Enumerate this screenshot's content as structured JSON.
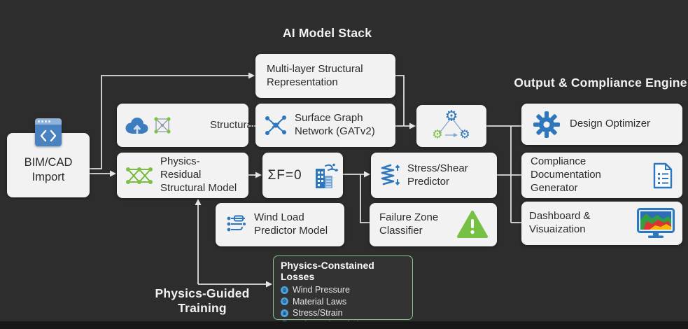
{
  "titles": {
    "ai_stack": "AI Model Stack",
    "output_engine": "Output & Compliance Engine",
    "physics_guided": "Physics-Guided Training"
  },
  "nodes": {
    "bim": {
      "label": "BIM/CAD Import",
      "icon": "window-code-icon"
    },
    "structural": {
      "label": "Structural",
      "icons": [
        "cloud-upload-icon",
        "graph-network-icon",
        "matrix-icon"
      ]
    },
    "physics_residual": {
      "label": "Physics-Residual Structural Model",
      "icon": "green-lattice-icon"
    },
    "multi_layer": {
      "label": "Multi-layer Structural Representation"
    },
    "surface_graph": {
      "label": "Surface Graph Network (GATv2)",
      "icon": "blue-graph-node-icon"
    },
    "gear_pipeline": {
      "icon": "gear-triangle-icon"
    },
    "equilibrium": {
      "label": "ΣF=0",
      "icon": "building-wind-icon"
    },
    "stress_shear": {
      "label": "Stress/Shear Predictor",
      "icon": "spring-arrows-icon"
    },
    "wind_load": {
      "label": "Wind Load Predictor Model",
      "icon": "circuit-lines-icon"
    },
    "failure_zone": {
      "label": "Failure Zone Classifier",
      "icon": "warning-triangle-icon"
    },
    "design_optimizer": {
      "label": "Design Optimizer",
      "icon": "gear-icon"
    },
    "compliance_doc": {
      "label": "Compliance Documentation Generator",
      "icon": "document-checklist-icon"
    },
    "dashboard": {
      "label": "Dashboard & Visuaization",
      "icon": "monitor-chart-icon"
    }
  },
  "losses_panel": {
    "title": "Physics-Constained Losses",
    "items": [
      "Wind Pressure",
      "Material Laws",
      "Stress/Strain",
      "Deformation Limits"
    ],
    "bullet_glyphs": [
      "⊛",
      "⚙",
      "⊕",
      "⇅"
    ]
  },
  "colors": {
    "background": "#2e2d2d",
    "node_bg": "#f2f2f2",
    "node_text": "#2b2b2b",
    "accent_blue": "#2e77bd",
    "accent_green": "#7cc142",
    "connector": "#dedede",
    "losses_border": "#84c784",
    "bullet_blue": "#4aa3e0"
  }
}
